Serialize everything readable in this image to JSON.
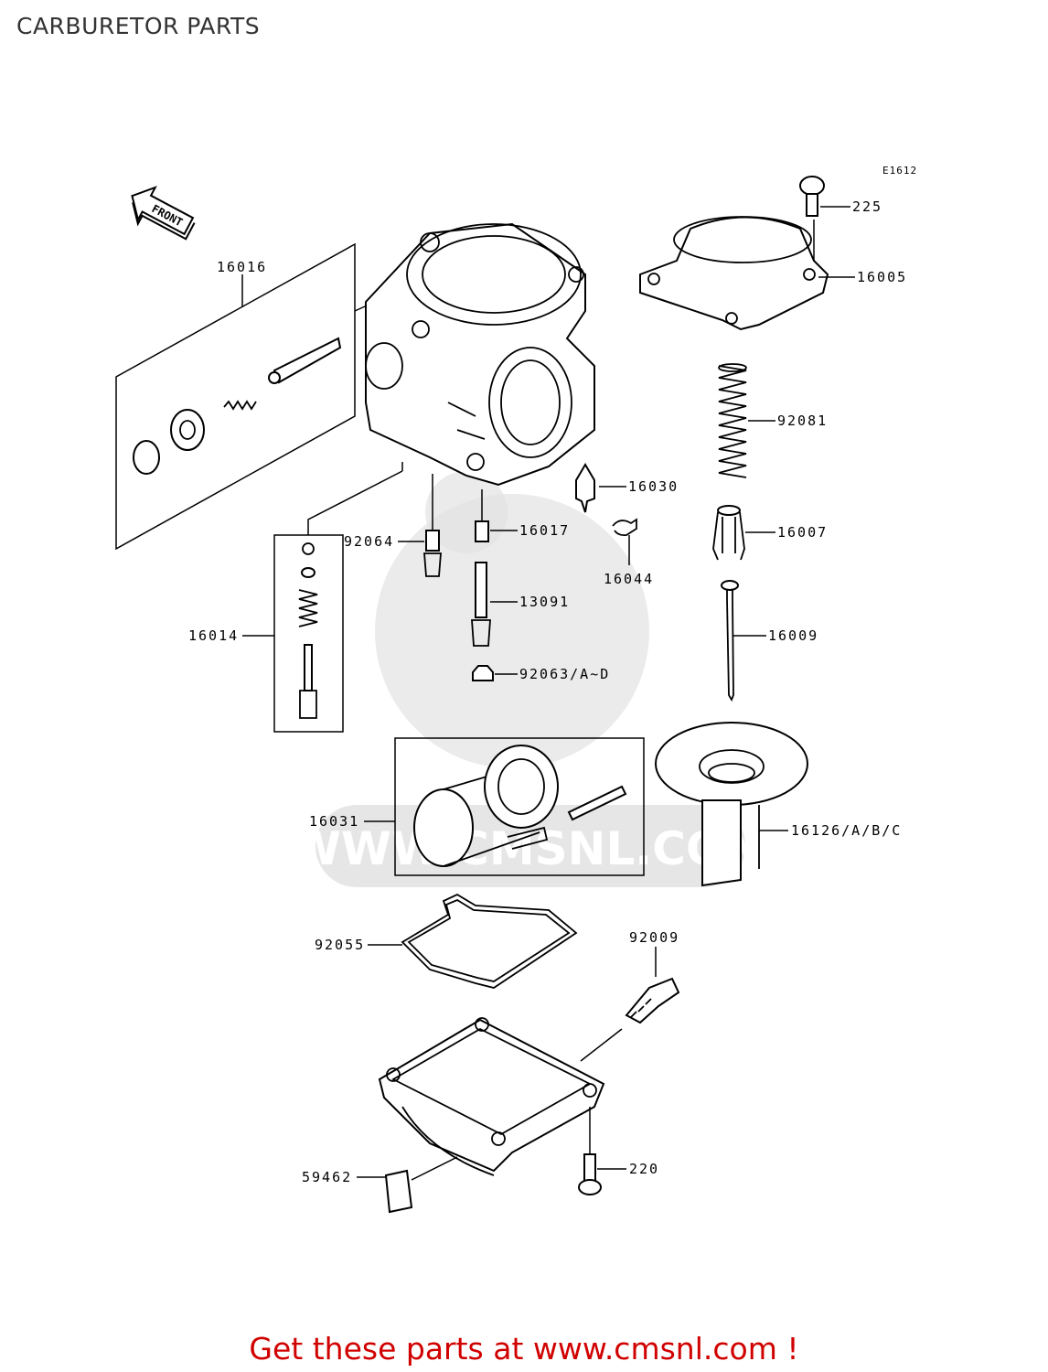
{
  "page": {
    "title": "CARBURETOR PARTS",
    "diagram_code": "E1612",
    "watermark_text": "WWW.CMSNL.COM",
    "front_label": "FRONT",
    "cta": "Get these parts at www.cmsnl.com !"
  },
  "parts": {
    "p225": "225",
    "p16005": "16005",
    "p92081": "92081",
    "p16030": "16030",
    "p16007": "16007",
    "p16044": "16044",
    "p16009": "16009",
    "p16016": "16016",
    "p92064": "92064",
    "p16017": "16017",
    "p13091": "13091",
    "p92063": "92063/A~D",
    "p16014": "16014",
    "p16031": "16031",
    "p16126": "16126/A/B/C",
    "p92055": "92055",
    "p92009": "92009",
    "p220": "220",
    "p59462": "59462"
  },
  "colors": {
    "cta": "#d10000",
    "title": "#333333",
    "watermark": "#e2e2e2"
  }
}
